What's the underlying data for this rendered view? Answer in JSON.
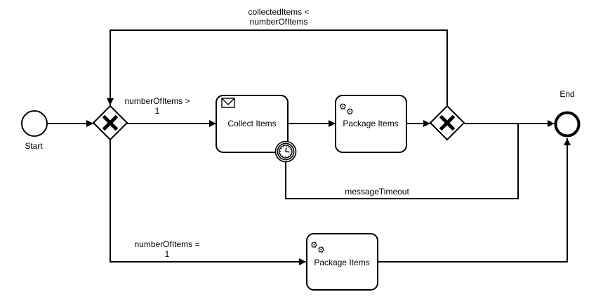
{
  "diagram": {
    "type": "bpmn-process",
    "colors": {
      "stroke": "#000000",
      "background": "#ffffff"
    },
    "nodes": {
      "start": {
        "label": "Start",
        "type": "start-event"
      },
      "gateway_split": {
        "type": "exclusive-gateway",
        "marker": "X"
      },
      "collect_items": {
        "label": "Collect Items",
        "type": "message-task",
        "icon": "envelope-icon"
      },
      "timer_boundary": {
        "type": "timer-boundary-event",
        "icon": "clock-icon"
      },
      "package_items_upper": {
        "label": "Package Items",
        "type": "service-task",
        "icon": "gears-icon"
      },
      "gateway_join": {
        "type": "exclusive-gateway",
        "marker": "X"
      },
      "package_items_lower": {
        "label": "Package Items",
        "type": "service-task",
        "icon": "gears-icon"
      },
      "end": {
        "label": "End",
        "type": "end-event"
      }
    },
    "edges": {
      "loop_back": {
        "label_lines": [
          "collectedItems <",
          "numberOfItems"
        ]
      },
      "split_to_collect": {
        "label_lines": [
          "numberOfItems >",
          "1"
        ]
      },
      "split_to_package_lower": {
        "label_lines": [
          "numberOfItems =",
          "1"
        ]
      },
      "timer_to_end": {
        "label": "messageTimeout"
      }
    },
    "icons": {
      "gear_glyph": "⚙"
    }
  }
}
